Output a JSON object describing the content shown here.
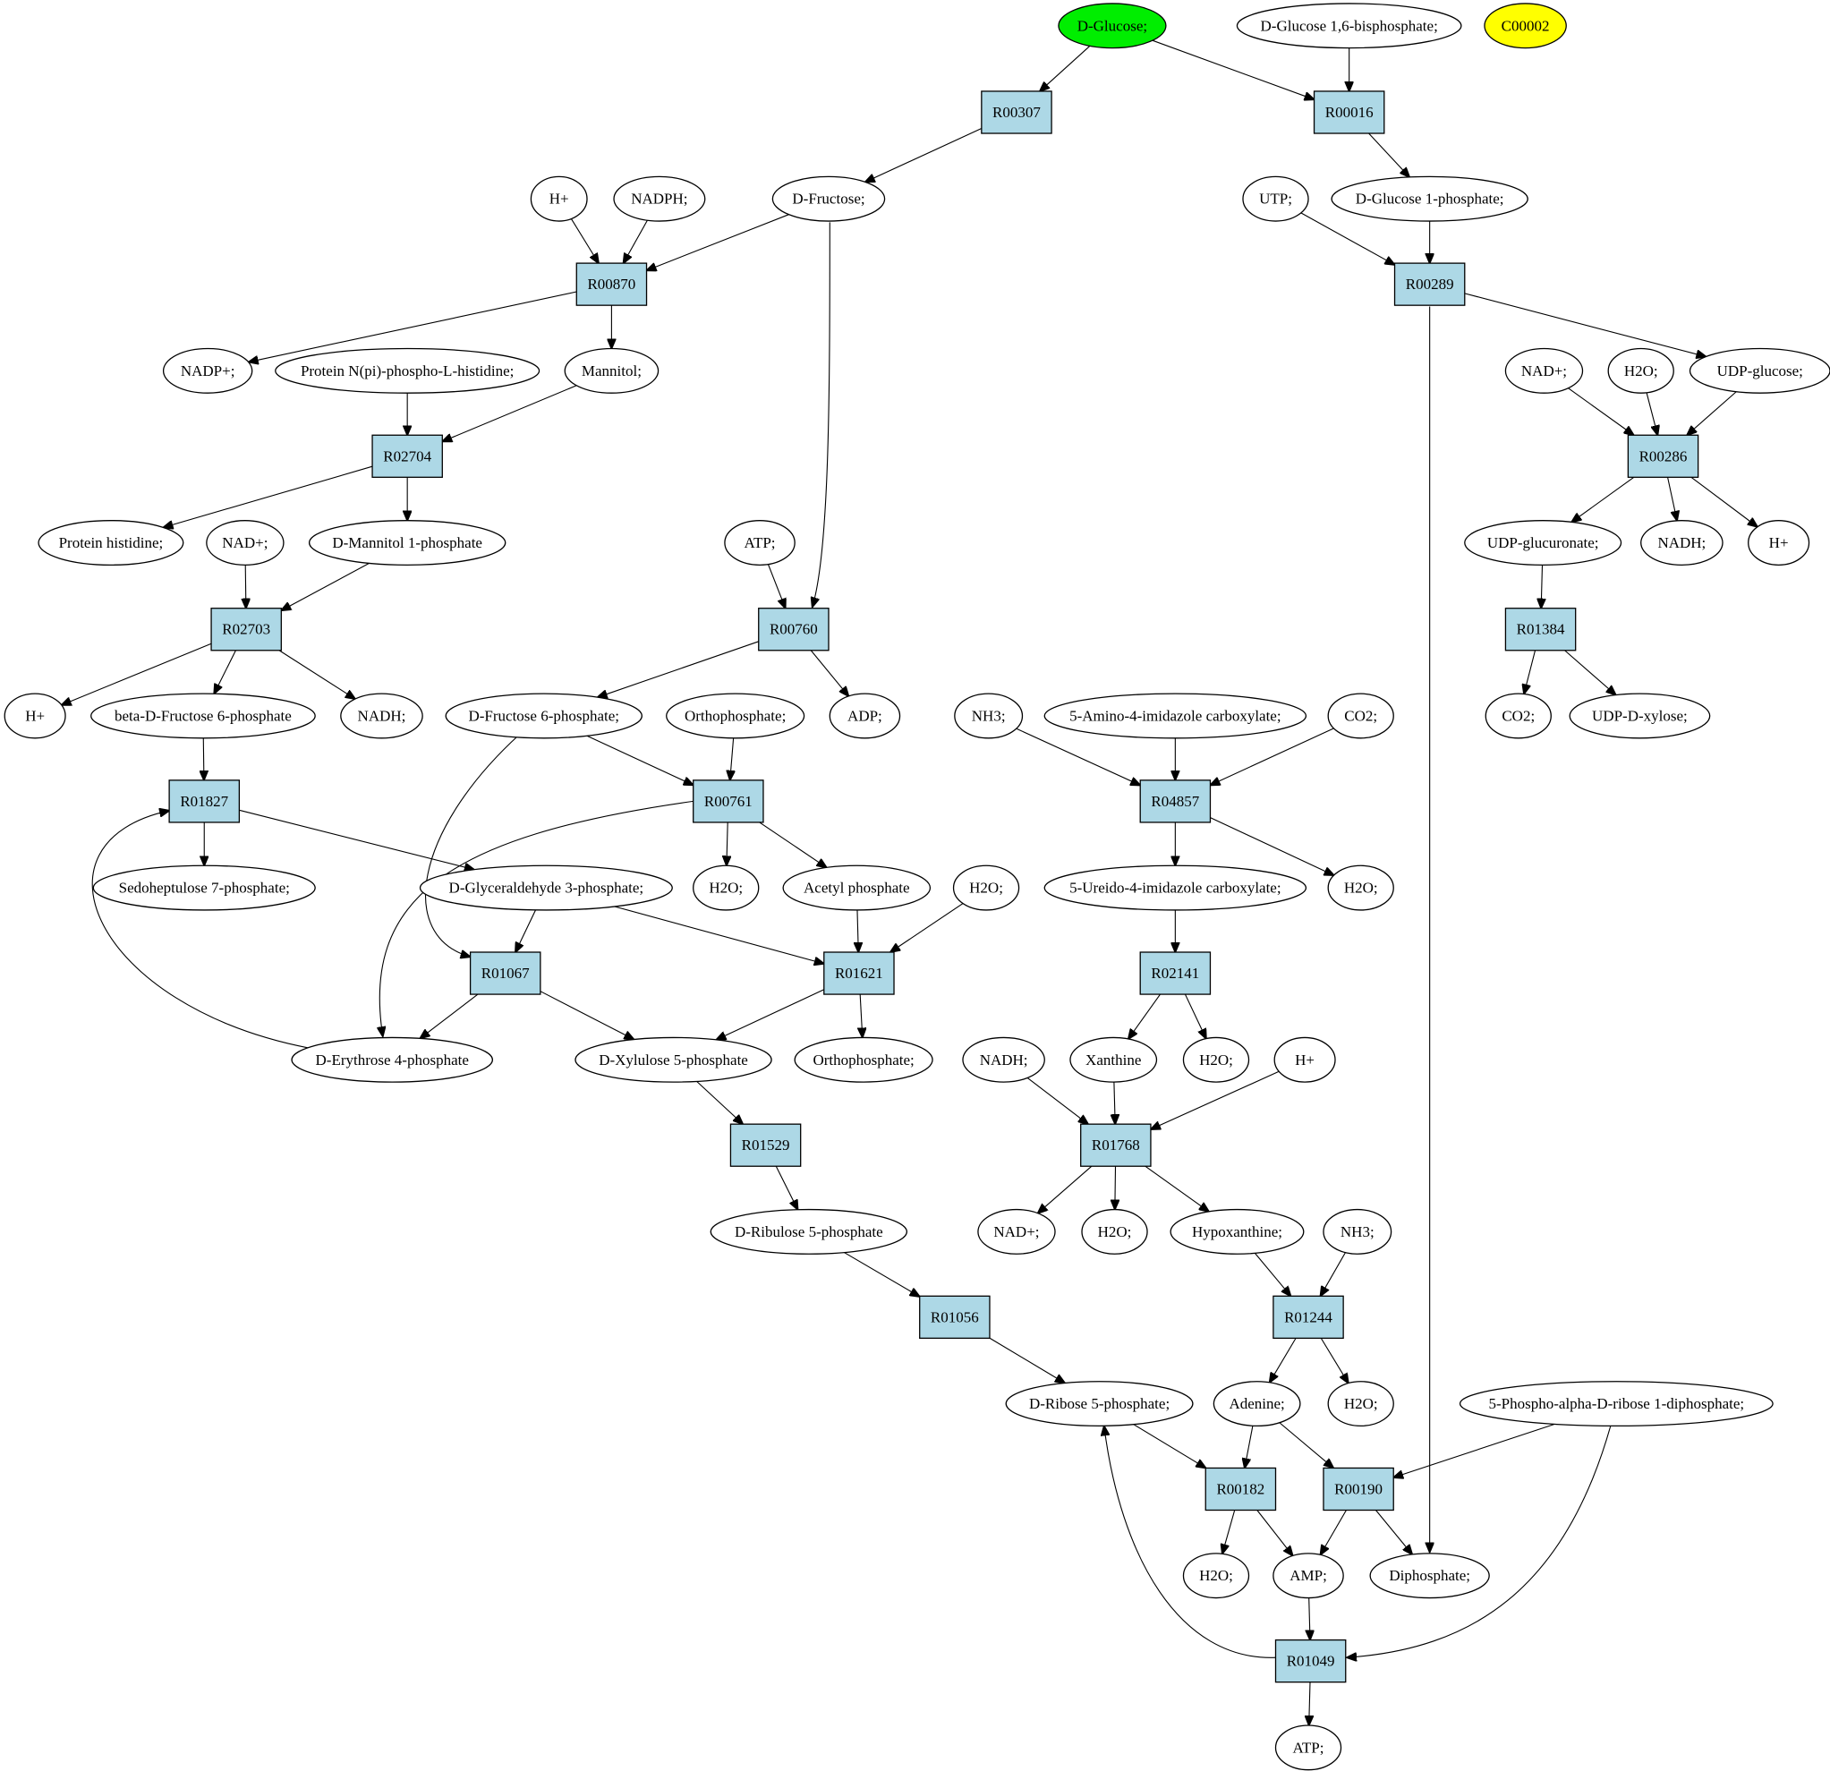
{
  "graph": {
    "colors": {
      "reaction_fill": "#add8e6",
      "compound_fill": "#ffffff",
      "start_compound_fill": "#00ee00",
      "query_compound_fill": "#ffff00",
      "edge": "#000000"
    },
    "nodes": [
      {
        "id": "c_dglucose",
        "kind": "compound",
        "label": "D-Glucose;",
        "style": "start"
      },
      {
        "id": "c_glc16bp",
        "kind": "compound",
        "label": "D-Glucose 1,6-bisphosphate;"
      },
      {
        "id": "c_c00002",
        "kind": "compound",
        "label": "C00002",
        "style": "query"
      },
      {
        "id": "r_R00307",
        "kind": "reaction",
        "label": "R00307"
      },
      {
        "id": "r_R00016",
        "kind": "reaction",
        "label": "R00016"
      },
      {
        "id": "c_hplus_1",
        "kind": "compound",
        "label": "H+"
      },
      {
        "id": "c_nadph",
        "kind": "compound",
        "label": "NADPH;"
      },
      {
        "id": "c_dfructose",
        "kind": "compound",
        "label": "D-Fructose;"
      },
      {
        "id": "c_utp",
        "kind": "compound",
        "label": "UTP;"
      },
      {
        "id": "c_glc1p",
        "kind": "compound",
        "label": "D-Glucose 1-phosphate;"
      },
      {
        "id": "r_R00870",
        "kind": "reaction",
        "label": "R00870"
      },
      {
        "id": "r_R00289",
        "kind": "reaction",
        "label": "R00289"
      },
      {
        "id": "c_nadpplus",
        "kind": "compound",
        "label": "NADP+;"
      },
      {
        "id": "c_protnpi",
        "kind": "compound",
        "label": "Protein N(pi)-phospho-L-histidine;"
      },
      {
        "id": "c_mannitol",
        "kind": "compound",
        "label": "Mannitol;"
      },
      {
        "id": "c_nadplus_1",
        "kind": "compound",
        "label": "NAD+;"
      },
      {
        "id": "c_h2o_1",
        "kind": "compound",
        "label": "H2O;"
      },
      {
        "id": "c_udpglucose",
        "kind": "compound",
        "label": "UDP-glucose;"
      },
      {
        "id": "r_R02704",
        "kind": "reaction",
        "label": "R02704"
      },
      {
        "id": "r_R00286",
        "kind": "reaction",
        "label": "R00286"
      },
      {
        "id": "c_prothis",
        "kind": "compound",
        "label": "Protein histidine;"
      },
      {
        "id": "c_nadplus_2",
        "kind": "compound",
        "label": "NAD+;"
      },
      {
        "id": "c_mannitol1p",
        "kind": "compound",
        "label": "D-Mannitol 1-phosphate"
      },
      {
        "id": "c_atp_1",
        "kind": "compound",
        "label": "ATP;"
      },
      {
        "id": "c_udpglcur",
        "kind": "compound",
        "label": "UDP-glucuronate;"
      },
      {
        "id": "c_nadh_1",
        "kind": "compound",
        "label": "NADH;"
      },
      {
        "id": "c_hplus_2",
        "kind": "compound",
        "label": "H+"
      },
      {
        "id": "r_R02703",
        "kind": "reaction",
        "label": "R02703"
      },
      {
        "id": "r_R00760",
        "kind": "reaction",
        "label": "R00760"
      },
      {
        "id": "r_R01384",
        "kind": "reaction",
        "label": "R01384"
      },
      {
        "id": "c_hplus_3",
        "kind": "compound",
        "label": "H+"
      },
      {
        "id": "c_bfru6p",
        "kind": "compound",
        "label": "beta-D-Fructose 6-phosphate"
      },
      {
        "id": "c_nadh_2",
        "kind": "compound",
        "label": "NADH;"
      },
      {
        "id": "c_dfru6p",
        "kind": "compound",
        "label": "D-Fructose 6-phosphate;"
      },
      {
        "id": "c_ortho_1",
        "kind": "compound",
        "label": "Orthophosphate;"
      },
      {
        "id": "c_adp",
        "kind": "compound",
        "label": "ADP;"
      },
      {
        "id": "c_nh3_1",
        "kind": "compound",
        "label": "NH3;"
      },
      {
        "id": "c_aicarbox",
        "kind": "compound",
        "label": "5-Amino-4-imidazole carboxylate;"
      },
      {
        "id": "c_co2_1",
        "kind": "compound",
        "label": "CO2;"
      },
      {
        "id": "c_co2_2",
        "kind": "compound",
        "label": "CO2;"
      },
      {
        "id": "c_udpxyl",
        "kind": "compound",
        "label": "UDP-D-xylose;"
      },
      {
        "id": "r_R01827",
        "kind": "reaction",
        "label": "R01827"
      },
      {
        "id": "r_R00761",
        "kind": "reaction",
        "label": "R00761"
      },
      {
        "id": "r_R04857",
        "kind": "reaction",
        "label": "R04857"
      },
      {
        "id": "c_sed7p",
        "kind": "compound",
        "label": "Sedoheptulose 7-phosphate;"
      },
      {
        "id": "c_g3p",
        "kind": "compound",
        "label": "D-Glyceraldehyde 3-phosphate;"
      },
      {
        "id": "c_h2o_2",
        "kind": "compound",
        "label": "H2O;"
      },
      {
        "id": "c_acp",
        "kind": "compound",
        "label": "Acetyl phosphate"
      },
      {
        "id": "c_h2o_3",
        "kind": "compound",
        "label": "H2O;"
      },
      {
        "id": "c_uicarbox",
        "kind": "compound",
        "label": "5-Ureido-4-imidazole carboxylate;"
      },
      {
        "id": "c_h2o_4",
        "kind": "compound",
        "label": "H2O;"
      },
      {
        "id": "r_R01067",
        "kind": "reaction",
        "label": "R01067"
      },
      {
        "id": "r_R01621",
        "kind": "reaction",
        "label": "R01621"
      },
      {
        "id": "r_R02141",
        "kind": "reaction",
        "label": "R02141"
      },
      {
        "id": "c_ery4p",
        "kind": "compound",
        "label": "D-Erythrose 4-phosphate"
      },
      {
        "id": "c_xyl5p",
        "kind": "compound",
        "label": "D-Xylulose 5-phosphate"
      },
      {
        "id": "c_ortho_2",
        "kind": "compound",
        "label": "Orthophosphate;"
      },
      {
        "id": "c_nadh_3",
        "kind": "compound",
        "label": "NADH;"
      },
      {
        "id": "c_xanthine",
        "kind": "compound",
        "label": "Xanthine"
      },
      {
        "id": "c_h2o_5",
        "kind": "compound",
        "label": "H2O;"
      },
      {
        "id": "c_hplus_4",
        "kind": "compound",
        "label": "H+"
      },
      {
        "id": "r_R01529",
        "kind": "reaction",
        "label": "R01529"
      },
      {
        "id": "r_R01768",
        "kind": "reaction",
        "label": "R01768"
      },
      {
        "id": "c_ribu5p",
        "kind": "compound",
        "label": "D-Ribulose 5-phosphate"
      },
      {
        "id": "c_nadplus_3",
        "kind": "compound",
        "label": "NAD+;"
      },
      {
        "id": "c_h2o_6",
        "kind": "compound",
        "label": "H2O;"
      },
      {
        "id": "c_hypox",
        "kind": "compound",
        "label": "Hypoxanthine;"
      },
      {
        "id": "c_nh3_2",
        "kind": "compound",
        "label": "NH3;"
      },
      {
        "id": "r_R01056",
        "kind": "reaction",
        "label": "R01056"
      },
      {
        "id": "r_R01244",
        "kind": "reaction",
        "label": "R01244"
      },
      {
        "id": "c_rib5p",
        "kind": "compound",
        "label": "D-Ribose 5-phosphate;"
      },
      {
        "id": "c_adenine",
        "kind": "compound",
        "label": "Adenine;"
      },
      {
        "id": "c_h2o_7",
        "kind": "compound",
        "label": "H2O;"
      },
      {
        "id": "c_prpp",
        "kind": "compound",
        "label": "5-Phospho-alpha-D-ribose 1-diphosphate;"
      },
      {
        "id": "r_R00182",
        "kind": "reaction",
        "label": "R00182"
      },
      {
        "id": "r_R00190",
        "kind": "reaction",
        "label": "R00190"
      },
      {
        "id": "c_h2o_8",
        "kind": "compound",
        "label": "H2O;"
      },
      {
        "id": "c_amp",
        "kind": "compound",
        "label": "AMP;"
      },
      {
        "id": "c_diphos",
        "kind": "compound",
        "label": "Diphosphate;"
      },
      {
        "id": "r_R01049",
        "kind": "reaction",
        "label": "R01049"
      },
      {
        "id": "c_atp_2",
        "kind": "compound",
        "label": "ATP;"
      }
    ],
    "edges": [
      [
        "c_dglucose",
        "r_R00307"
      ],
      [
        "c_dglucose",
        "r_R00016"
      ],
      [
        "c_glc16bp",
        "r_R00016"
      ],
      [
        "r_R00307",
        "c_dfructose"
      ],
      [
        "r_R00016",
        "c_glc1p"
      ],
      [
        "c_hplus_1",
        "r_R00870"
      ],
      [
        "c_nadph",
        "r_R00870"
      ],
      [
        "c_dfructose",
        "r_R00870"
      ],
      [
        "c_dfructose",
        "r_R00760"
      ],
      [
        "c_utp",
        "r_R00289"
      ],
      [
        "c_glc1p",
        "r_R00289"
      ],
      [
        "r_R00870",
        "c_nadpplus"
      ],
      [
        "r_R00870",
        "c_mannitol"
      ],
      [
        "r_R00289",
        "c_udpglucose"
      ],
      [
        "r_R00289",
        "c_diphos"
      ],
      [
        "c_protnpi",
        "r_R02704"
      ],
      [
        "c_mannitol",
        "r_R02704"
      ],
      [
        "c_nadplus_1",
        "r_R00286"
      ],
      [
        "c_h2o_1",
        "r_R00286"
      ],
      [
        "c_udpglucose",
        "r_R00286"
      ],
      [
        "r_R02704",
        "c_prothis"
      ],
      [
        "r_R02704",
        "c_mannitol1p"
      ],
      [
        "r_R00286",
        "c_udpglcur"
      ],
      [
        "r_R00286",
        "c_nadh_1"
      ],
      [
        "r_R00286",
        "c_hplus_2"
      ],
      [
        "c_nadplus_2",
        "r_R02703"
      ],
      [
        "c_mannitol1p",
        "r_R02703"
      ],
      [
        "c_atp_1",
        "r_R00760"
      ],
      [
        "c_udpglcur",
        "r_R01384"
      ],
      [
        "r_R02703",
        "c_hplus_3"
      ],
      [
        "r_R02703",
        "c_bfru6p"
      ],
      [
        "r_R02703",
        "c_nadh_2"
      ],
      [
        "r_R00760",
        "c_dfru6p"
      ],
      [
        "r_R00760",
        "c_adp"
      ],
      [
        "r_R01384",
        "c_co2_2"
      ],
      [
        "r_R01384",
        "c_udpxyl"
      ],
      [
        "c_bfru6p",
        "r_R01827"
      ],
      [
        "c_dfru6p",
        "r_R00761"
      ],
      [
        "c_dfru6p",
        "r_R01067"
      ],
      [
        "c_ortho_1",
        "r_R00761"
      ],
      [
        "c_nh3_1",
        "r_R04857"
      ],
      [
        "c_aicarbox",
        "r_R04857"
      ],
      [
        "c_co2_1",
        "r_R04857"
      ],
      [
        "r_R01827",
        "c_sed7p"
      ],
      [
        "r_R01827",
        "c_g3p"
      ],
      [
        "r_R00761",
        "c_h2o_2"
      ],
      [
        "r_R00761",
        "c_acp"
      ],
      [
        "r_R00761",
        "c_ery4p"
      ],
      [
        "r_R04857",
        "c_uicarbox"
      ],
      [
        "r_R04857",
        "c_h2o_4"
      ],
      [
        "c_g3p",
        "r_R01067"
      ],
      [
        "c_g3p",
        "r_R01621"
      ],
      [
        "c_acp",
        "r_R01621"
      ],
      [
        "c_h2o_3",
        "r_R01621"
      ],
      [
        "c_uicarbox",
        "r_R02141"
      ],
      [
        "r_R01067",
        "c_ery4p"
      ],
      [
        "r_R01067",
        "c_xyl5p"
      ],
      [
        "r_R01621",
        "c_xyl5p"
      ],
      [
        "r_R01621",
        "c_ortho_2"
      ],
      [
        "r_R02141",
        "c_xanthine"
      ],
      [
        "r_R02141",
        "c_h2o_5"
      ],
      [
        "c_ery4p",
        "r_R01827"
      ],
      [
        "c_xyl5p",
        "r_R01529"
      ],
      [
        "c_nadh_3",
        "r_R01768"
      ],
      [
        "c_xanthine",
        "r_R01768"
      ],
      [
        "c_hplus_4",
        "r_R01768"
      ],
      [
        "r_R01529",
        "c_ribu5p"
      ],
      [
        "r_R01768",
        "c_nadplus_3"
      ],
      [
        "r_R01768",
        "c_h2o_6"
      ],
      [
        "r_R01768",
        "c_hypox"
      ],
      [
        "c_ribu5p",
        "r_R01056"
      ],
      [
        "c_hypox",
        "r_R01244"
      ],
      [
        "c_nh3_2",
        "r_R01244"
      ],
      [
        "r_R01056",
        "c_rib5p"
      ],
      [
        "r_R01244",
        "c_adenine"
      ],
      [
        "r_R01244",
        "c_h2o_7"
      ],
      [
        "c_rib5p",
        "r_R00182"
      ],
      [
        "c_adenine",
        "r_R00182"
      ],
      [
        "c_adenine",
        "r_R00190"
      ],
      [
        "c_prpp",
        "r_R00190"
      ],
      [
        "c_prpp",
        "r_R01049"
      ],
      [
        "r_R00182",
        "c_h2o_8"
      ],
      [
        "r_R00182",
        "c_amp"
      ],
      [
        "r_R00190",
        "c_amp"
      ],
      [
        "r_R00190",
        "c_diphos"
      ],
      [
        "c_amp",
        "r_R01049"
      ],
      [
        "r_R01049",
        "c_atp_2"
      ],
      [
        "r_R01049",
        "c_rib5p"
      ]
    ]
  }
}
